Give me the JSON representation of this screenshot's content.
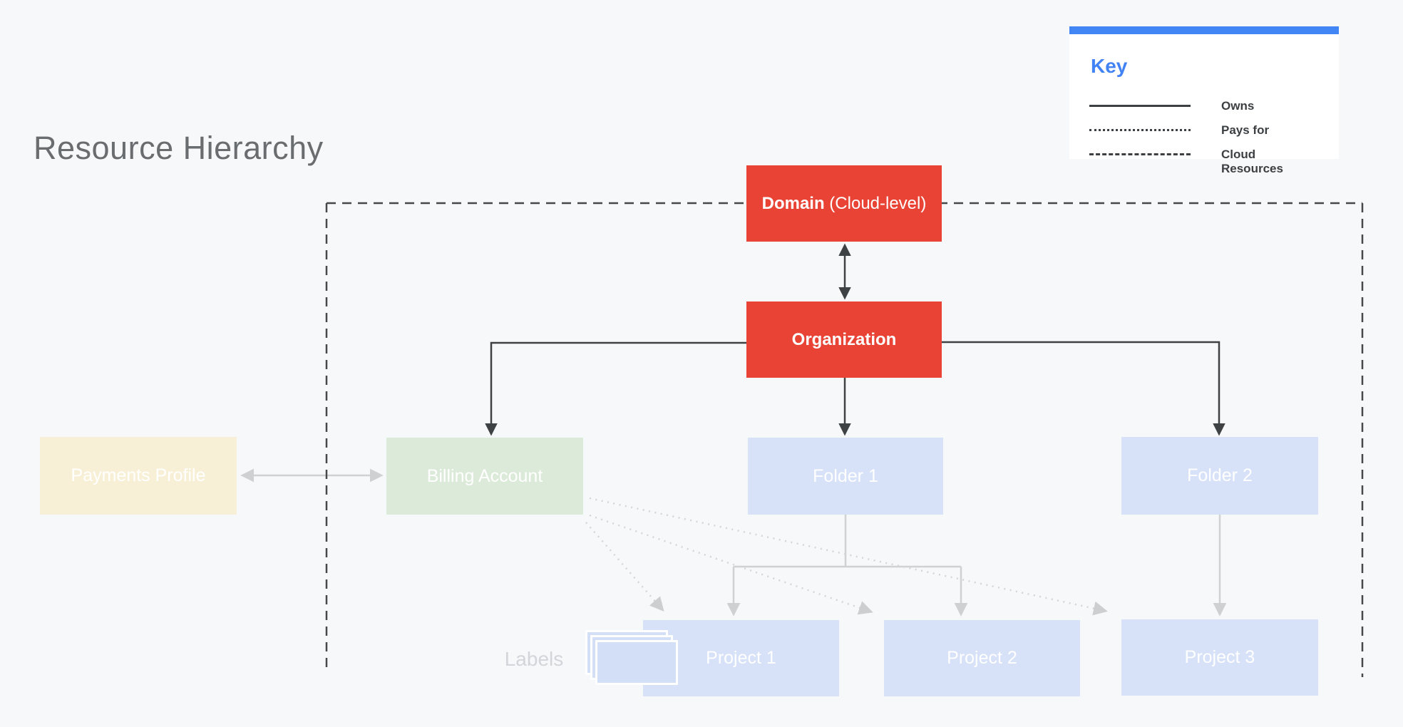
{
  "page": {
    "title": "Resource Hierarchy",
    "background_color": "#f7f8fa"
  },
  "key": {
    "title": "Key",
    "accent_color": "#4285f4",
    "items": [
      {
        "line_style": "solid",
        "label": "Owns"
      },
      {
        "line_style": "dotted",
        "label": "Pays for"
      },
      {
        "line_style": "dashed",
        "label": "Cloud Resources"
      }
    ]
  },
  "nodes": {
    "domain": {
      "label_bold": "Domain",
      "label_rest": " (Cloud-level)",
      "color": "#e94335"
    },
    "organization": {
      "label": "Organization",
      "color": "#e94335"
    },
    "payments_profile": {
      "label": "Payments Profile",
      "color": "#f8f0d6"
    },
    "billing_account": {
      "label": "Billing Account",
      "color": "#dcead9"
    },
    "folder1": {
      "label": "Folder 1",
      "color": "#d7e2f8"
    },
    "folder2": {
      "label": "Folder 2",
      "color": "#d7e2f8"
    },
    "project1": {
      "label": "Project 1",
      "color": "#d7e2f8"
    },
    "project2": {
      "label": "Project 2",
      "color": "#d7e2f8"
    },
    "project3": {
      "label": "Project 3",
      "color": "#d7e2f8"
    }
  },
  "labels_caption": "Labels",
  "connector_colors": {
    "owns_dark": "#3f4245",
    "cloud_boundary_dash": "#46484a",
    "pays_for_dotted": "#d4d5d7",
    "subtree_gray": "#d0d1d3"
  }
}
